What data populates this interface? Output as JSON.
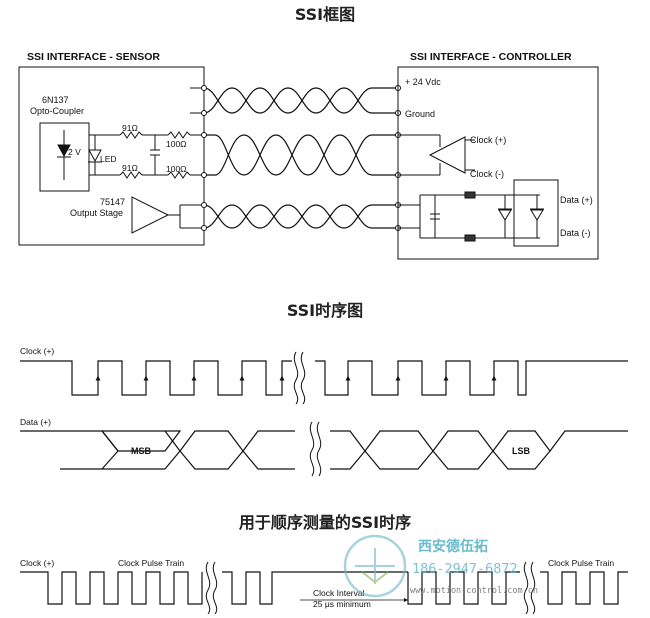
{
  "titles": {
    "block": "SSI框图",
    "timing": "SSI时序图",
    "measure": "用于顺序测量的SSI时序"
  },
  "sensor": {
    "header": "SSI INTERFACE - SENSOR",
    "coupler_name": "6N137",
    "coupler_desc": "Opto-Coupler",
    "v_label": "2 V",
    "led_label": "LED",
    "r1": "91Ω",
    "r2": "91Ω",
    "r3": "100Ω",
    "r4": "100Ω",
    "stage_name": "75147",
    "stage_desc": "Output Stage"
  },
  "controller": {
    "header": "SSI INTERFACE - CONTROLLER",
    "vdc": "+ 24 Vdc",
    "ground": "Ground",
    "clock_p": "Clock (+)",
    "clock_n": "Clock (-)",
    "data_p": "Data (+)",
    "data_n": "Data (-)"
  },
  "timing": {
    "clock_label": "Clock (+)",
    "data_label": "Data (+)",
    "msb": "MSB",
    "lsb": "LSB"
  },
  "measure": {
    "clock_label": "Clock (+)",
    "train1": "Clock Pulse Train",
    "train2": "Clock Pulse Train",
    "interval": "Clock Interval",
    "minimum": "25 μs minimum"
  },
  "watermark": {
    "cn": "西安德伍拓",
    "phone": "186-2947-6872",
    "url": "www.motion-control.com.cn"
  }
}
